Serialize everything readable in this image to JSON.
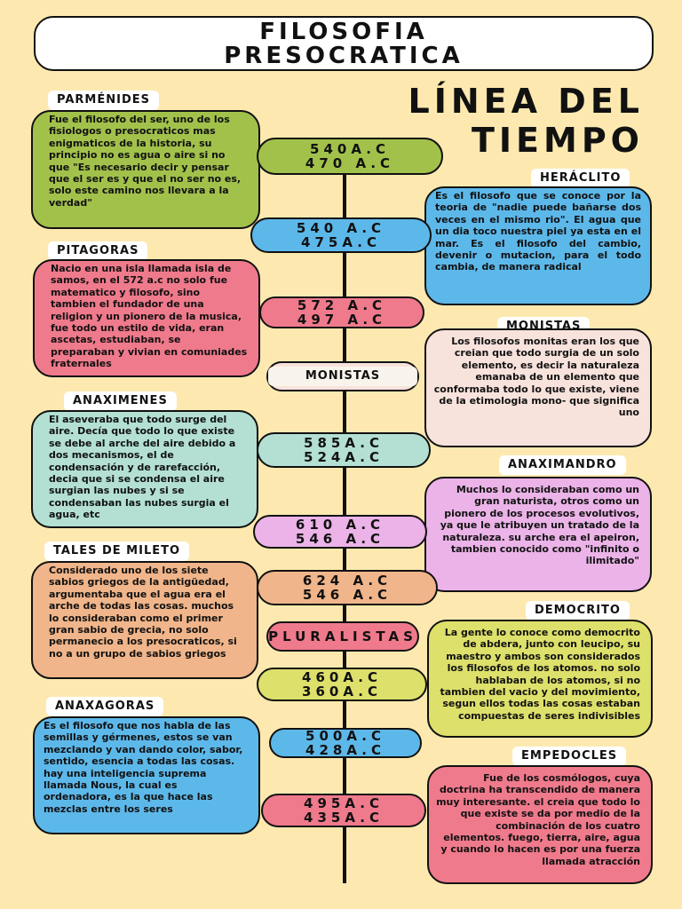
{
  "header": {
    "title_line1": "FILOSOFIA",
    "title_line2": "PRESOCRATICA",
    "subtitle_line1": "LÍNEA DEL",
    "subtitle_line2": "TIEMPO"
  },
  "colors": {
    "background": "#fde9b0",
    "green": "#a2c14b",
    "blue": "#5db8ea",
    "pink": "#ef7a8c",
    "cream_pink": "#f8e2dc",
    "mint": "#b3e0d3",
    "lilac": "#ebb3e8",
    "peach": "#f0b58a",
    "yellow_green": "#dde06a",
    "timeline": "#111111"
  },
  "timeline": {
    "dates": [
      {
        "line1": "540A.C",
        "line2": "470 A.C"
      },
      {
        "line1": "540 A.C",
        "line2": "475A.C"
      },
      {
        "line1": "572 A.C",
        "line2": "497 A.C"
      },
      {
        "line1": "MONISTAS",
        "line2": ""
      },
      {
        "line1": "585A.C",
        "line2": "524A.C"
      },
      {
        "line1": "610 A.C",
        "line2": "546 A.C"
      },
      {
        "line1": "624 A.C",
        "line2": "546 A.C"
      },
      {
        "line1": "PLURALISTAS",
        "line2": ""
      },
      {
        "line1": "460A.C",
        "line2": "360A.C"
      },
      {
        "line1": "500A.C",
        "line2": "428A.C"
      },
      {
        "line1": "495A.C",
        "line2": "435A.C"
      }
    ]
  },
  "philosophers": [
    {
      "name": "PARMÉNIDES",
      "text": "Fue el filosofo del ser, uno de los fisiologos o presocraticos mas enigmaticos de la historia, su principio no es agua o aire si no que \"Es necesario decir y pensar que el ser es y que el no ser no es, solo este camino nos llevara a la verdad\""
    },
    {
      "name": "HERÁCLITO",
      "text": "Es el filosofo que se conoce por la teoria de \"nadie puede bañarse dos veces en el mismo rio\". El agua que un dia toco nuestra piel ya esta en el mar. Es el filosofo del cambio, devenir o mutacion, para el todo cambia, de manera radical"
    },
    {
      "name": "PITAGORAS",
      "text": "Nacio en una isla llamada isla de samos, en el 572 a.c no solo fue matematico y filosofo, sino tambien el fundador de una religion y un pionero de la musica, fue todo un estilo de vida, eran ascetas, estudiaban, se preparaban y vivian en comuniades fraternales"
    },
    {
      "name": "MONISTAS",
      "text": "Los filosofos monitas eran los que creian que todo surgia de un solo elemento, es decir la naturaleza emanaba de un elemento que conformaba todo lo que existe, viene de la etimologia mono- que significa uno"
    },
    {
      "name": "ANAXIMENES",
      "text": "El aseveraba que todo surge del aire. Decía que todo lo que existe se debe al arche del aire debido a dos mecanismos, el de condensación y de rarefacción, decia que si se condensa el aire surgian las nubes y si se condensaban las nubes surgia el agua, etc"
    },
    {
      "name": "ANAXIMANDRO",
      "text": "Muchos lo consideraban como un gran naturista, otros como un pionero de los procesos evolutivos, ya que le atribuyen un tratado de la naturaleza. su arche era el apeiron, tambien conocido como \"infinito o ilimitado\""
    },
    {
      "name": "TALES DE MILETO",
      "text": "Considerado uno de los siete sabios griegos de la antigüedad, argumentaba que el agua era el arche de todas las cosas. muchos lo consideraban como el primer gran sabio de grecia, no solo permanecio a los presocraticos, si no a un grupo de sabios griegos"
    },
    {
      "name": "DEMOCRITO",
      "text": "La gente lo conoce como democrito de abdera, junto con leucipo, su maestro y ambos son considerados los filosofos de los atomos. no solo hablaban de los atomos, si no tambien del vacio y del movimiento, segun ellos todas las cosas estaban compuestas de seres indivisibles"
    },
    {
      "name": "ANAXAGORAS",
      "text": "Es el filosofo que nos habla de las semillas y gérmenes, estos se van mezclando y van dando color, sabor, sentido, esencia a todas las cosas. hay una inteligencia suprema llamada Nous, la cual es ordenadora, es la que hace las mezclas entre los seres"
    },
    {
      "name": "EMPEDOCLES",
      "text": "Fue de los cosmólogos, cuya doctrina ha transcendido de manera muy interesante. el creia que todo lo que existe se da por medio de la combinación de los cuatro elementos. fuego, tierra, aire, agua y cuando lo hacen es por una fuerza llamada atracción"
    }
  ]
}
